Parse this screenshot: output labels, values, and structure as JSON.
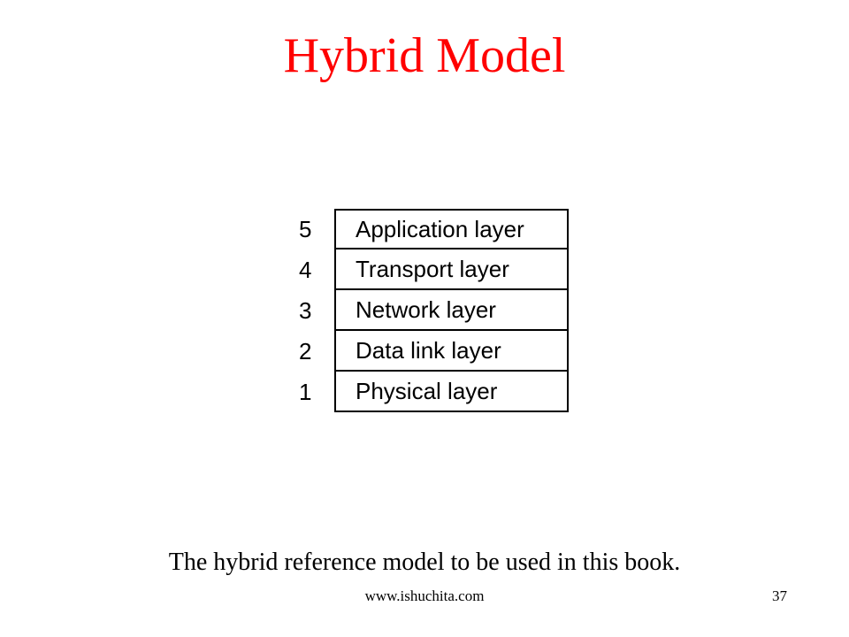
{
  "slide": {
    "title": "Hybrid Model",
    "title_color": "#ff0000",
    "caption": "The hybrid reference model to be used in this book.",
    "footer_url": "www.ishuchita.com",
    "slide_number": "37"
  },
  "layers": [
    {
      "number": "5",
      "name": "Application layer"
    },
    {
      "number": "4",
      "name": "Transport layer"
    },
    {
      "number": "3",
      "name": "Network layer"
    },
    {
      "number": "2",
      "name": "Data link layer"
    },
    {
      "number": "1",
      "name": "Physical layer"
    }
  ]
}
